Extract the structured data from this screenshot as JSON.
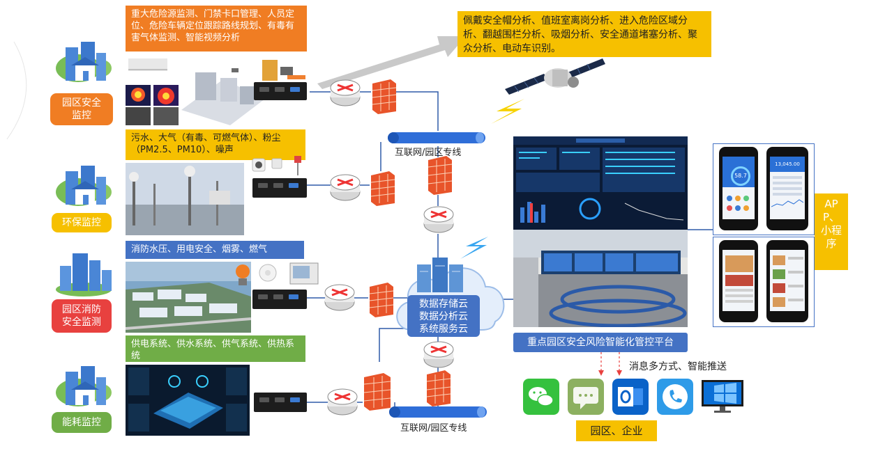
{
  "colors": {
    "orange": "#f07d23",
    "yellow": "#f6c000",
    "blue": "#4472c4",
    "green": "#70ad47",
    "red": "#e8413f",
    "line_blue": "#2f5aa8"
  },
  "sections": [
    {
      "id": "park-safety",
      "button": "园区安全\n监控",
      "caption": "重大危险源监测、门禁卡口管理、人员定位、危险车辆定位跟踪路线规划、有毒有害气体监测、智能视频分析",
      "color": "orange"
    },
    {
      "id": "environment",
      "button": "环保监控",
      "caption": "污水、大气（有毒、可燃气体）、粉尘（PM2.5、PM10）、噪声",
      "color": "yellow"
    },
    {
      "id": "fire-safety",
      "button": "园区消防\n安全监测",
      "caption": "消防水压、用电安全、烟雾、燃气",
      "color": "blue"
    },
    {
      "id": "energy",
      "button": "能耗监控",
      "caption": "供电系统、供水系统、供气系统、供热系统",
      "color": "green"
    }
  ],
  "satellite_caption": "佩戴安全帽分析、值班室离岗分析、进入危险区域分析、翻越围栏分析、吸烟分析、安全通道堵塞分析、聚众分析、电动车识别。",
  "network_label_top": "互联网/园区专线",
  "network_label_bottom": "互联网/园区专线",
  "cloud_lines": [
    "数据存储云",
    "数据分析云",
    "系统服务云"
  ],
  "platform_title": "重点园区安全风险智能化管控平台",
  "push_label": "消息多方式、智能推送",
  "bottom_label": "园区、企业",
  "app_label": "APP、小程序",
  "phone_value": "58.7",
  "phone_value2": "13,045.00",
  "message_icons": [
    "wechat-icon",
    "sms-icon",
    "outlook-icon",
    "phone-call-icon",
    "monitor-icon"
  ]
}
